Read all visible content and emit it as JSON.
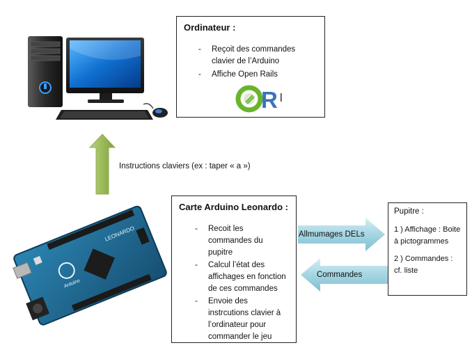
{
  "computer_box": {
    "title": "Ordinateur :",
    "items": [
      "Reçoit des commandes clavier de l’Arduino",
      "Affiche Open Rails"
    ],
    "logo_text": "OR"
  },
  "arduino_box": {
    "title": "Carte Arduino Leonardo :",
    "items": [
      "Recoit les commandes du pupitre",
      "Calcul l’état des affichages en fonction de ces commandes",
      "Envoie des instrcutions clavier à l’ordinateur pour commander le jeu"
    ]
  },
  "pupitre_box": {
    "title": "Pupitre :",
    "items": [
      "1 ) Affichage : Boite à pictogrammes",
      "2 ) Commandes : cf. liste"
    ]
  },
  "arrows": {
    "up_label": "Instructions claviers (ex : taper « a »)",
    "right_label": "Allmumages DELs",
    "left_label": "Commandes"
  },
  "board_text": {
    "model": "LEONARDO",
    "brand": "Arduino"
  },
  "colors": {
    "green_arrow": "#9bbb59",
    "blue_arrow": "#a5d5e2",
    "board": "#1f6f98",
    "screen": "#0f6fd0",
    "logo_green": "#6ab42d",
    "logo_blue": "#3b73b9"
  }
}
